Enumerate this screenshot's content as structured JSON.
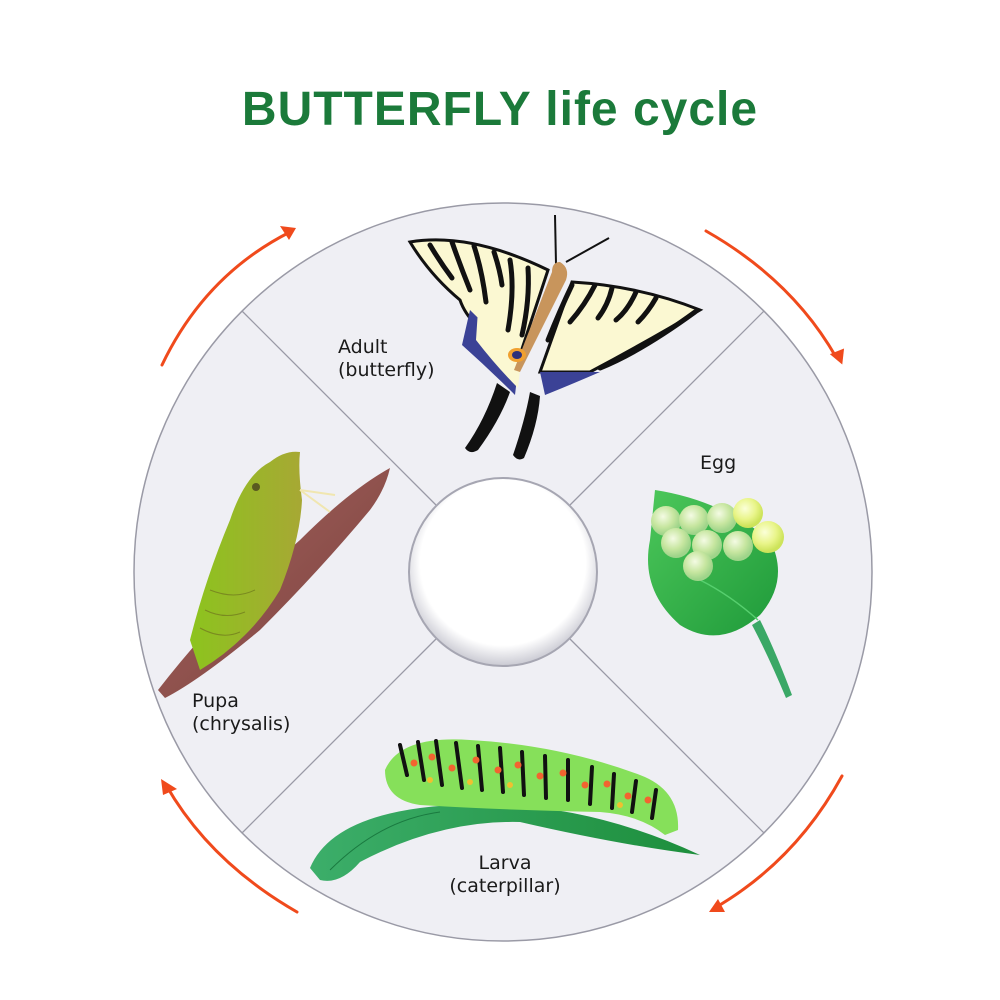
{
  "title": "BUTTERFLY life cycle",
  "colors": {
    "title": "#1b7a3a",
    "arrow": "#f04a1c",
    "disc_fill": "#efeff4",
    "disc_stroke": "#9a9aa6",
    "center_fill": "#ffffff"
  },
  "stages": [
    {
      "id": "adult",
      "name": "Adult",
      "detail": "(butterfly)",
      "icon": "butterfly-icon"
    },
    {
      "id": "egg",
      "name": "Egg",
      "detail": "",
      "icon": "eggs-on-leaf-icon"
    },
    {
      "id": "larva",
      "name": "Larva",
      "detail": "(caterpillar)",
      "icon": "caterpillar-icon"
    },
    {
      "id": "pupa",
      "name": "Pupa",
      "detail": "(chrysalis)",
      "icon": "chrysalis-icon"
    }
  ],
  "cycle_direction": "clockwise",
  "arrows": [
    {
      "from": "pupa",
      "to": "adult",
      "position": "top-left"
    },
    {
      "from": "adult",
      "to": "egg",
      "position": "top-right"
    },
    {
      "from": "egg",
      "to": "larva",
      "position": "bottom-right"
    },
    {
      "from": "larva",
      "to": "pupa",
      "position": "bottom-left"
    }
  ]
}
